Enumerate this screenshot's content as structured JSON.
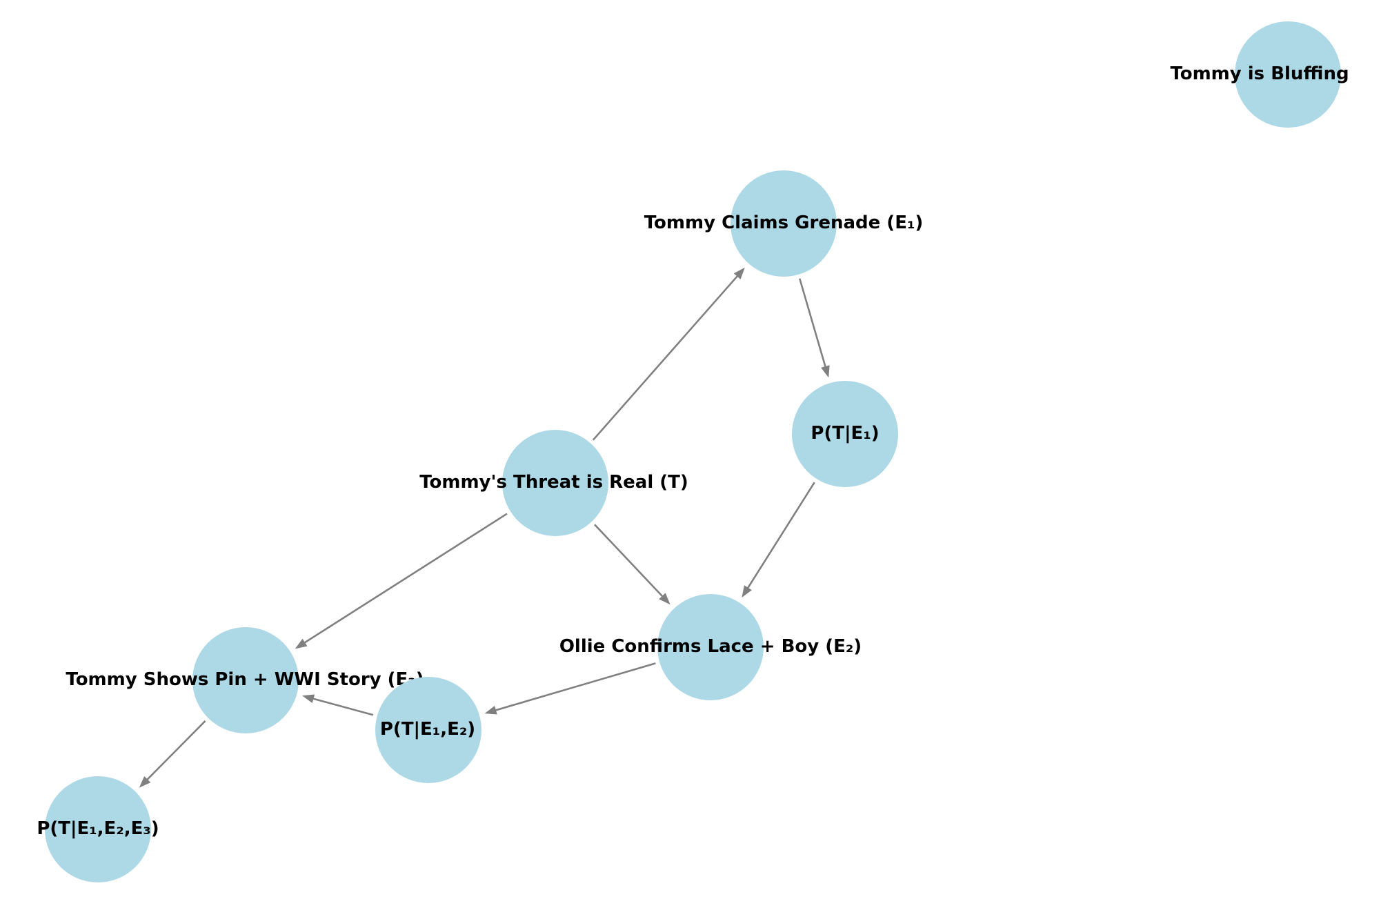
{
  "colors": {
    "node_fill": "#add8e6",
    "edge": "#808080",
    "label": "#000000",
    "background": "#ffffff"
  },
  "nodes": [
    {
      "id": "bluffing",
      "label": "Tommy is Bluffing"
    },
    {
      "id": "e1",
      "label": "Tommy Claims Grenade (E₁)"
    },
    {
      "id": "pt_e1",
      "label": "P(T|E₁)"
    },
    {
      "id": "t",
      "label": "Tommy's Threat is Real (T)"
    },
    {
      "id": "e2",
      "label": "Ollie Confirms Lace + Boy (E₂)"
    },
    {
      "id": "e3",
      "label": "Tommy Shows Pin + WWI Story (E₃)"
    },
    {
      "id": "pt_e1e2",
      "label": "P(T|E₁,E₂)"
    },
    {
      "id": "pt_e1e2e3",
      "label": "P(T|E₁,E₂,E₃)"
    }
  ],
  "edges": [
    {
      "from": "t",
      "to": "e1"
    },
    {
      "from": "e1",
      "to": "pt_e1"
    },
    {
      "from": "pt_e1",
      "to": "e2"
    },
    {
      "from": "t",
      "to": "e2"
    },
    {
      "from": "t",
      "to": "e3"
    },
    {
      "from": "e2",
      "to": "pt_e1e2"
    },
    {
      "from": "pt_e1e2",
      "to": "e3"
    },
    {
      "from": "e3",
      "to": "pt_e1e2e3"
    }
  ]
}
